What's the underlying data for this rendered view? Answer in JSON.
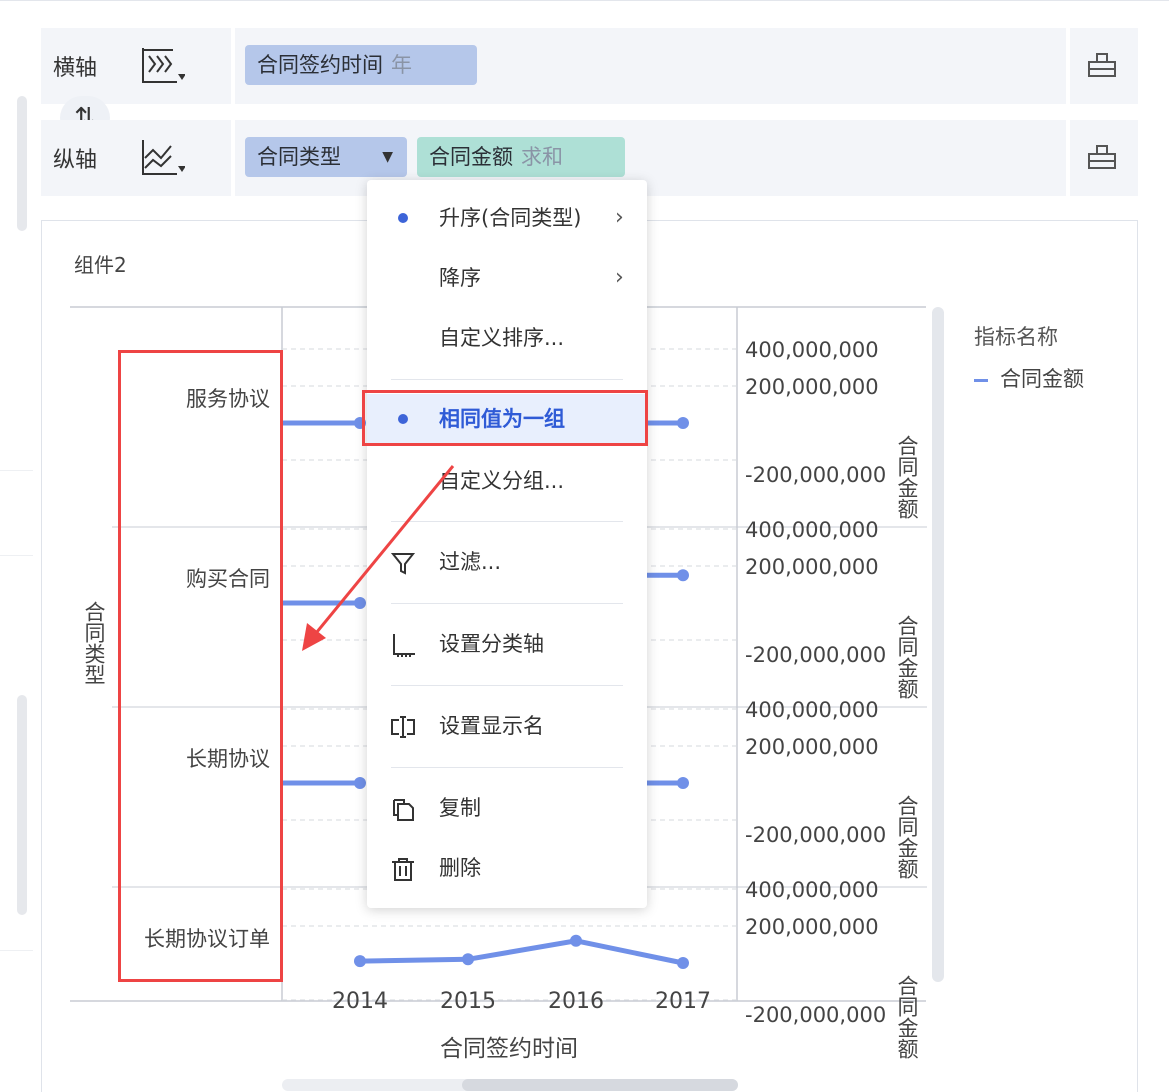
{
  "x_axis": {
    "label": "横轴",
    "field": {
      "name": "合同签约时间",
      "sub": "年"
    }
  },
  "y_axis": {
    "label": "纵轴",
    "fields": [
      {
        "name": "合同类型"
      },
      {
        "name": "合同金额",
        "sub": "求和"
      }
    ]
  },
  "swap_icon": "⇅",
  "widget": {
    "title": "组件2",
    "y_dim_label": "合同类型",
    "x_axis_title": "合同签约时间",
    "measure_axis_title": "合同金额",
    "legend": {
      "title": "指标名称",
      "items": [
        {
          "name": "合同金额",
          "color": "#7090e8"
        }
      ]
    }
  },
  "chart_data": {
    "type": "line",
    "x": [
      "2014",
      "2015",
      "2016",
      "2017"
    ],
    "categories": [
      "服务协议",
      "购买合同",
      "长期协议",
      "长期协议订单"
    ],
    "tick_labels": [
      "400,000,000",
      "200,000,000",
      "-200,000,000"
    ],
    "series": [
      {
        "name": "合同金额",
        "category": "服务协议",
        "values": [
          0,
          null,
          null,
          0
        ]
      },
      {
        "name": "合同金额",
        "category": "购买合同",
        "values": [
          0,
          null,
          null,
          150000000
        ]
      },
      {
        "name": "合同金额",
        "category": "长期协议",
        "values": [
          0,
          null,
          null,
          0
        ]
      },
      {
        "name": "合同金额",
        "category": "长期协议订单",
        "values": [
          10000000,
          20000000,
          120000000,
          0
        ]
      }
    ],
    "y_range": [
      -200000000,
      400000000
    ],
    "grid": true,
    "legend_position": "top-right"
  },
  "context_menu": {
    "items": [
      {
        "label": "升序(合同类型)",
        "checked": true,
        "submenu": true
      },
      {
        "label": "降序",
        "submenu": true
      },
      {
        "label": "自定义排序..."
      },
      {
        "label": "相同值为一组",
        "checked": true
      },
      {
        "label": "自定义分组..."
      },
      {
        "label": "过滤...",
        "icon": "filter-icon"
      },
      {
        "label": "设置分类轴",
        "icon": "axis-icon"
      },
      {
        "label": "设置显示名",
        "icon": "rename-icon"
      },
      {
        "label": "复制",
        "icon": "copy-icon"
      },
      {
        "label": "删除",
        "icon": "trash-icon"
      }
    ]
  },
  "colors": {
    "accent": "#3d64d8",
    "highlight": "#ee4444",
    "line": "#7090e8"
  }
}
